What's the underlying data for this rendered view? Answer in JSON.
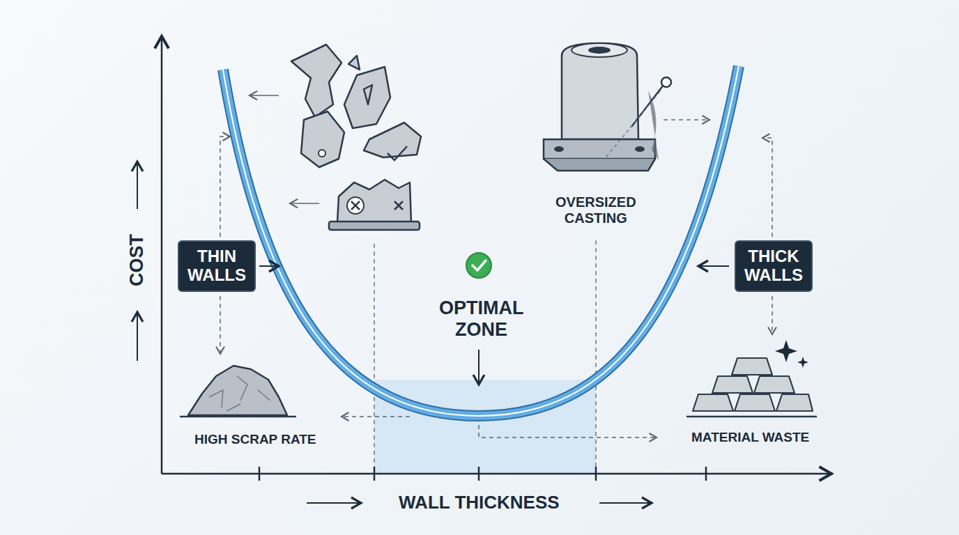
{
  "diagram": {
    "nodes": [
      {
        "text": [
          "THIN WALLS"
        ]
      },
      {
        "text": [
          "THICK WALLS"
        ]
      }
    ],
    "labels": [
      "OVERSIZED CASTING",
      "OPTIMAL ZONE",
      "COST",
      "HIGH SCRAP RATE",
      "MATERIAL WASTE",
      "WALL THICKNESS"
    ]
  }
}
